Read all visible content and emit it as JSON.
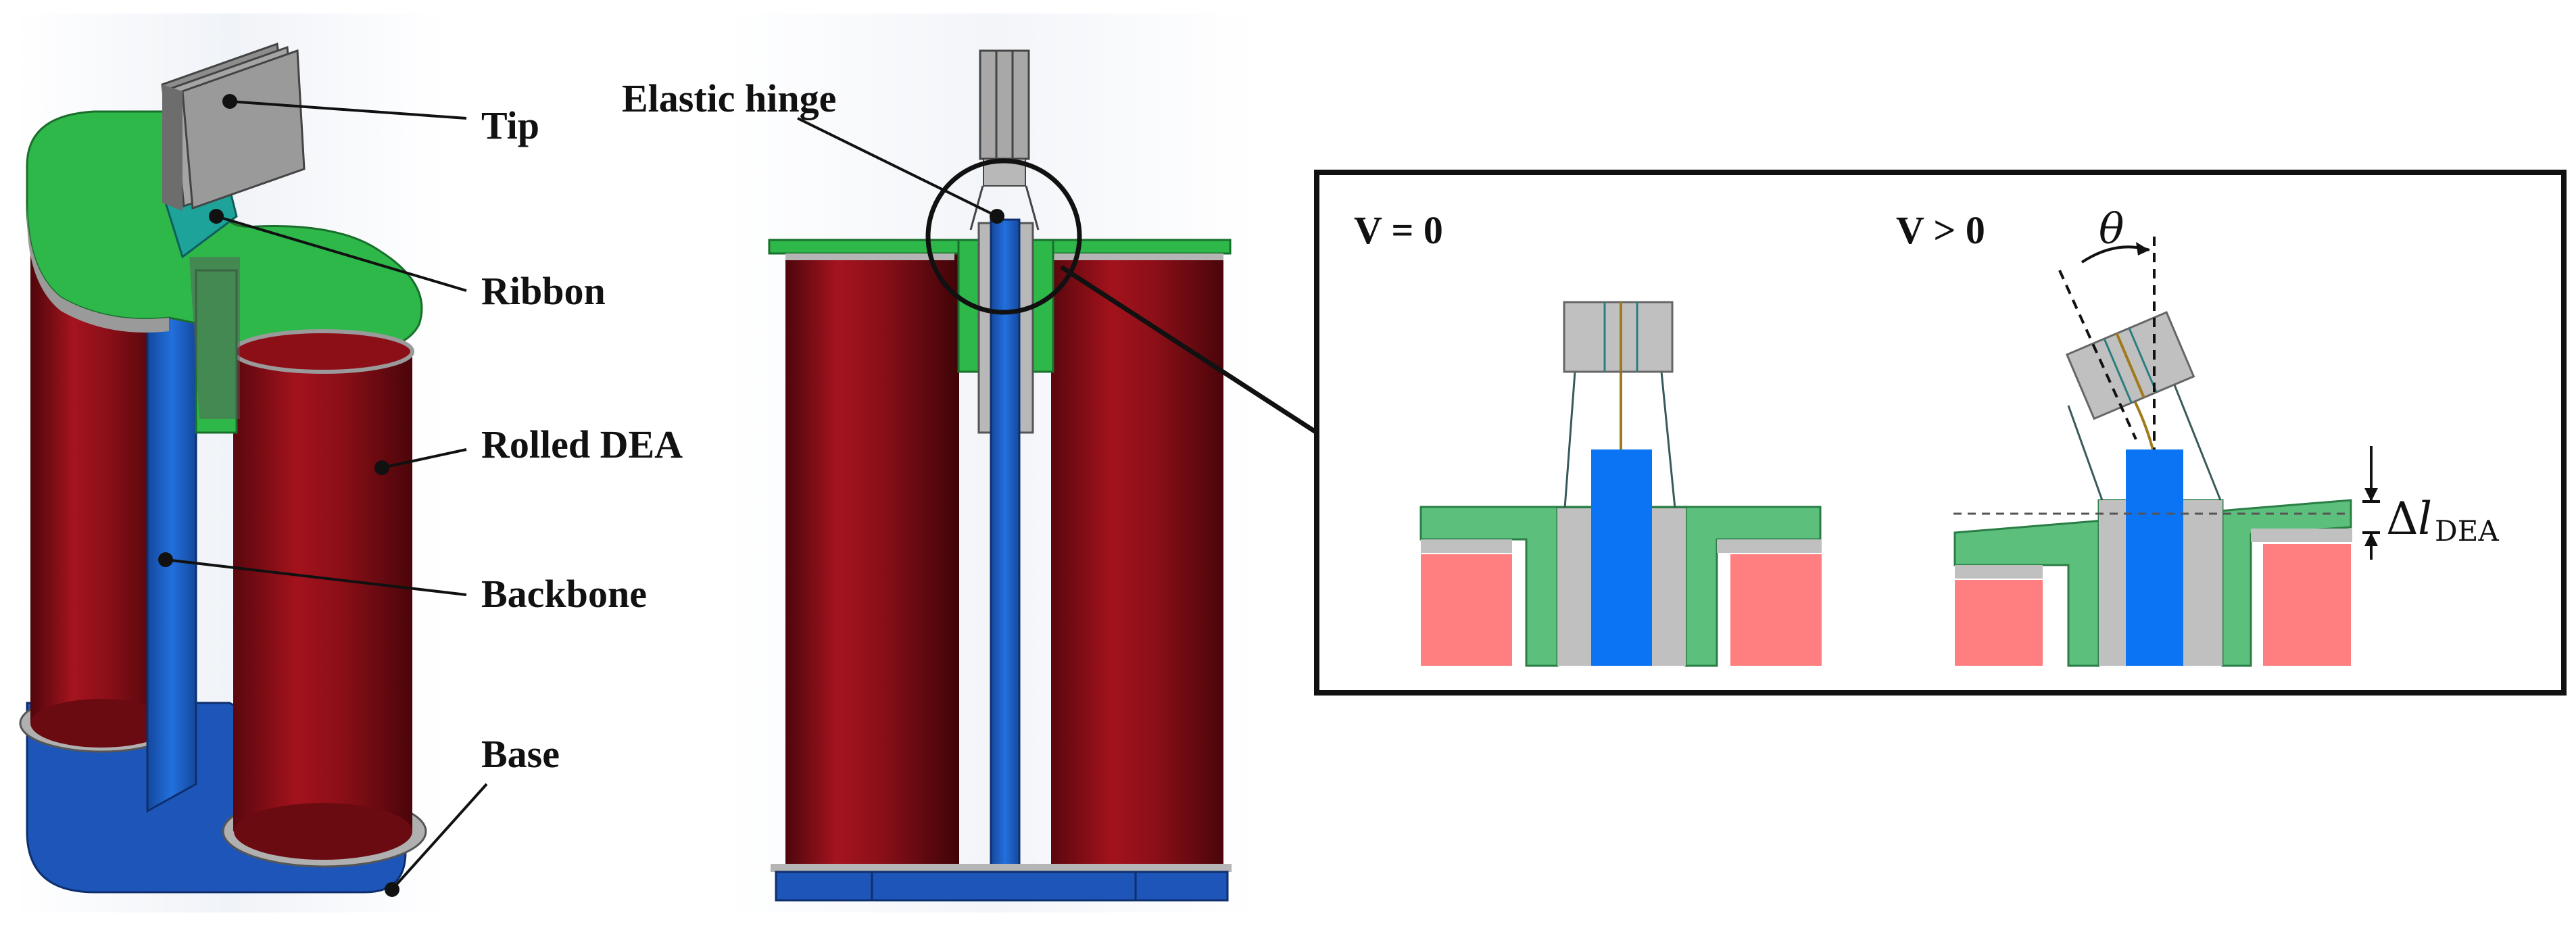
{
  "labels": {
    "tip": "Tip",
    "ribbon": "Ribbon",
    "rolled_dea": "Rolled DEA",
    "backbone": "Backbone",
    "base": "Base",
    "elastic_hinge": "Elastic hinge"
  },
  "inset": {
    "state_off": "V = 0",
    "state_on": "V > 0",
    "angle_symbol": "θ",
    "delta_symbol": "Δ",
    "length_symbol": "l",
    "length_subscript": "DEA"
  },
  "colors": {
    "dea_red": "#8c0f18",
    "backbone_blue": "#1e64d2",
    "frame_green": "#2fb84a",
    "tip_gray": "#9a9a9a",
    "inset_green": "#5cc07c",
    "inset_pink": "#ff7f80",
    "inset_blue": "#0a74f5",
    "inset_gray": "#c0c0c0"
  }
}
